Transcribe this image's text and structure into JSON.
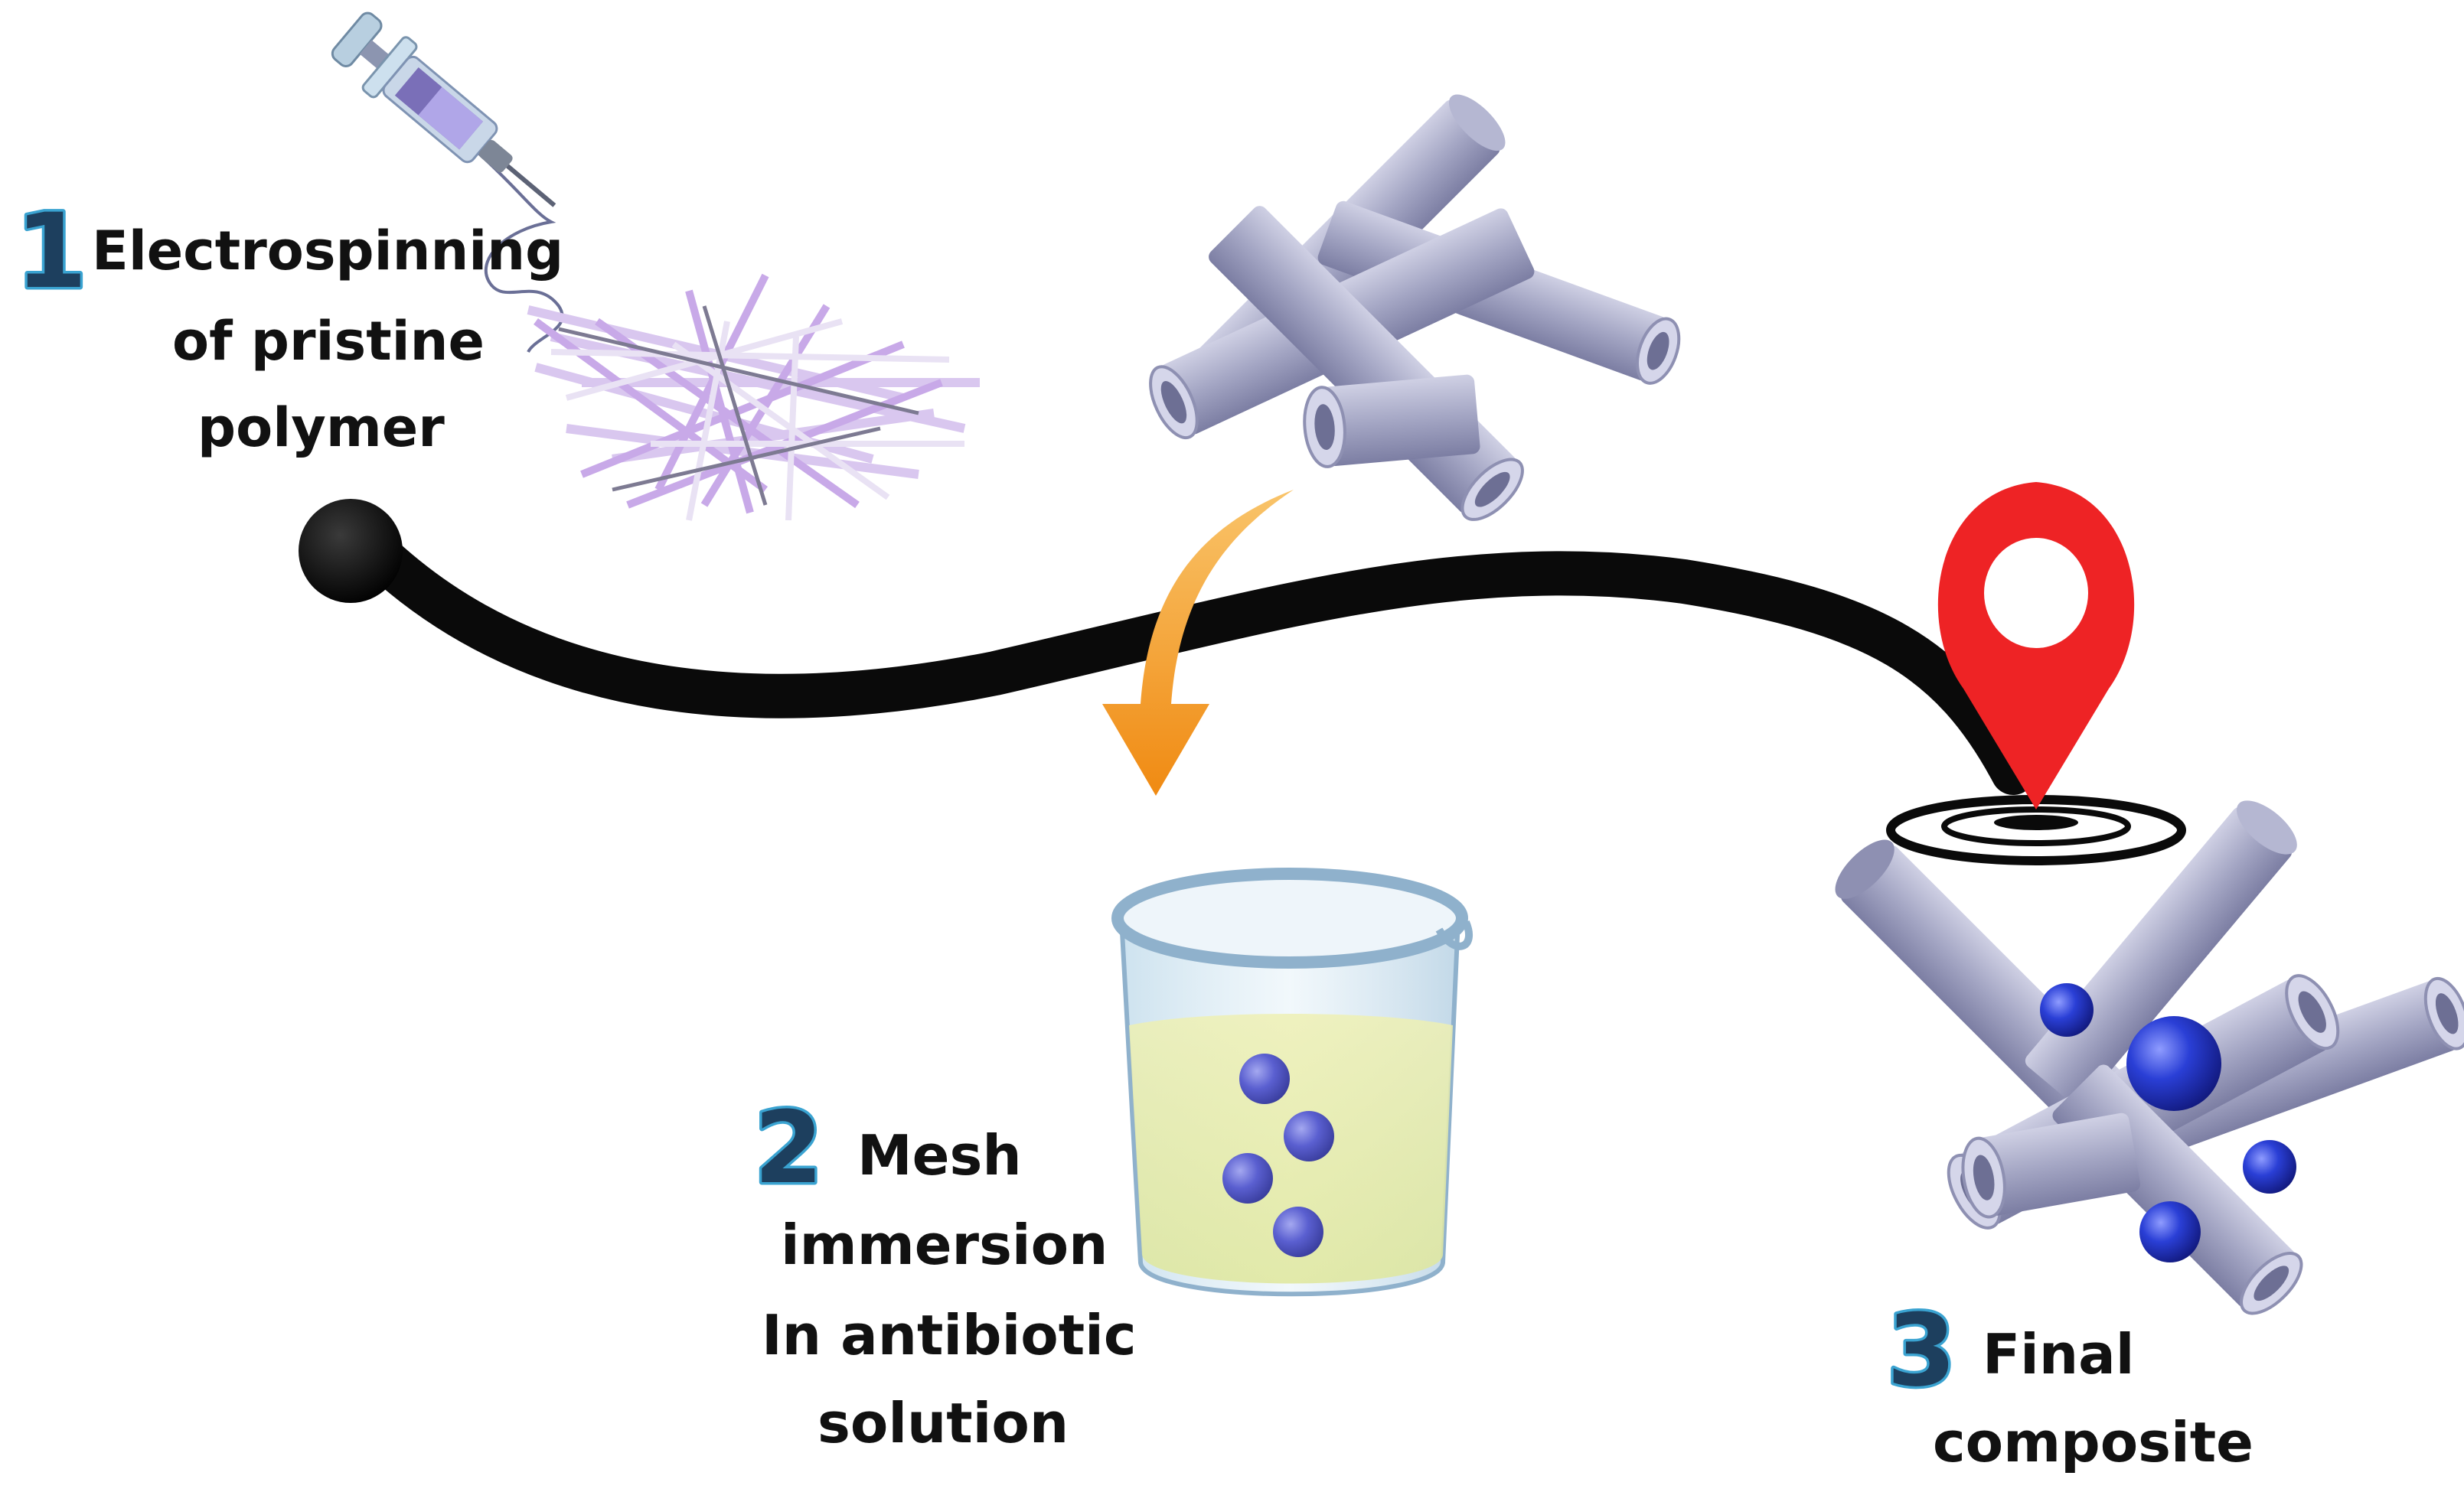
{
  "steps": [
    {
      "number": "1",
      "lines": [
        "Electrospinning",
        "of pristine",
        "polymer"
      ]
    },
    {
      "number": "2",
      "lines": [
        "Mesh",
        "immersion",
        "In antibiotic",
        "solution"
      ]
    },
    {
      "number": "3",
      "lines": [
        "Final",
        "composite"
      ]
    }
  ],
  "colors": {
    "number_fill": "#1d3f5e",
    "number_outline": "#3aa3d1",
    "path": "#0a0a0a",
    "pin": "#ee2325",
    "arrow": "#f6a02a",
    "tube": "#a9abc8",
    "particle": "#2f3fc9",
    "beaker_liquid": "#e9eda6"
  },
  "icons": [
    "syringe-icon",
    "fiber-mat-icon",
    "mesh-scaffold-icon",
    "curved-arrow-icon",
    "beaker-icon",
    "location-pin-icon",
    "composite-scaffold-icon"
  ]
}
